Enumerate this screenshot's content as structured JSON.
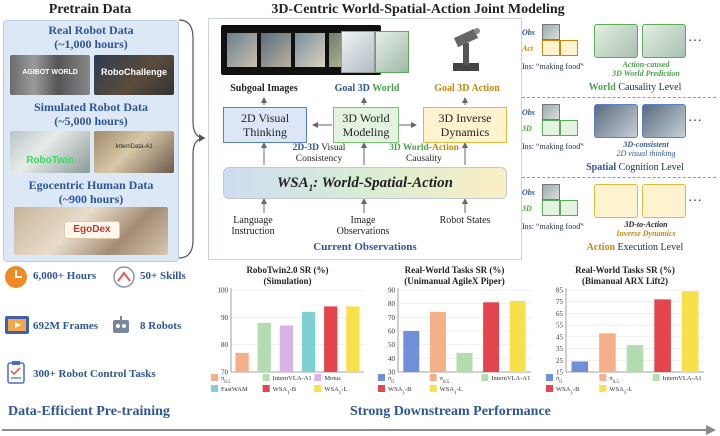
{
  "pretrain": {
    "title": "Pretrain Data",
    "real_title": "Real Robot Data",
    "real_hours": "(~1,000 hours)",
    "real_logo1": "AGIBOT WORLD",
    "real_logo2": "RoboChallenge",
    "sim_title": "Simulated Robot Data",
    "sim_hours": "(~5,000 hours)",
    "sim_logo1": "RoboTwin",
    "sim_logo2": "InternData-A1",
    "ego_title": "Egocentric Human Data",
    "ego_hours": "(~900 hours)",
    "ego_logo": "EgoDex"
  },
  "stats": [
    {
      "icon": "clock-icon",
      "text": "6,000+ Hours"
    },
    {
      "icon": "skills-icon",
      "text": "50+ Skills"
    },
    {
      "icon": "film-icon",
      "text": "692M Frames"
    },
    {
      "icon": "robot-icon",
      "text": "8 Robots"
    },
    {
      "icon": "clipboard-icon",
      "text": "300+ Robot Control Tasks"
    }
  ],
  "bottom_left": "Data-Efficient Pre-training",
  "bottom_right": "Strong Downstream Performance",
  "main": {
    "title": "3D-Centric World-Spatial-Action Joint Modeling",
    "subgoal_label": "Subgoal Images",
    "goal_world_a": "Goal 3D",
    "goal_world_b": "World",
    "goal_action": "Goal 3D Action",
    "box_visual": "2D Visual Thinking",
    "box_world": "3D World Modeling",
    "box_inverse": "3D Inverse Dynamics",
    "cons_a": "2D-3D",
    "cons_b": "Visual",
    "cons_c": "Consistency",
    "caus_a": "3D World-",
    "caus_b": "Action",
    "caus_c": "Causality",
    "wsa_prefix": "WSA",
    "wsa_sub": "1",
    "wsa_suffix": ": World-Spatial-Action",
    "obs_lang": "Language Instruction",
    "obs_img": "Image Observations",
    "obs_state": "Robot States",
    "current_obs": "Current Observations"
  },
  "levels": [
    {
      "row1": "Obs",
      "row2": "Act",
      "ins": "Ins: “making food”",
      "caption1": "Action-caused",
      "caption2": "3D World Prediction",
      "level_key": "World",
      "level_rest": " Causality Level"
    },
    {
      "row1": "Obs",
      "row2": "3D",
      "ins": "Ins: “making food”",
      "caption1": "3D-consistent",
      "caption2": "2D visual thinking",
      "level_key": "Spatial",
      "level_rest": " Cognition Level"
    },
    {
      "row1": "Obs",
      "row2": "3D",
      "ins": "Ins: “making food”",
      "caption1": "3D-to-Action",
      "caption2": "Inverse Dynamics",
      "level_key": "Action",
      "level_rest": " Execution Level"
    }
  ],
  "ellipsis": "…",
  "colors": {
    "pi0": "#6f8fd8",
    "pi05": "#f5b08a",
    "intern": "#b4dcb0",
    "motus": "#d9b3e6",
    "fastwam": "#7fd0d0",
    "wsa_b": "#e3454d",
    "wsa_l": "#f7e04a"
  },
  "chart_data": [
    {
      "type": "bar",
      "title": "RoboTwin2.0 SR (%)",
      "subtitle": "(Simulation)",
      "ylim": [
        70,
        100
      ],
      "yticks": [
        70,
        80,
        90,
        100
      ],
      "series": [
        {
          "name": "π0.5",
          "value": 77
        },
        {
          "name": "InternVLA-A1",
          "value": 88
        },
        {
          "name": "Motus",
          "value": 87
        },
        {
          "name": "FastWAM",
          "value": 92
        },
        {
          "name": "WSA1-B",
          "value": 94
        },
        {
          "name": "WSA1-L",
          "value": 94
        }
      ]
    },
    {
      "type": "bar",
      "title": "Real-World Tasks SR (%)",
      "subtitle": "(Unimanual AgileX Piper)",
      "ylim": [
        30,
        90
      ],
      "yticks": [
        30,
        40,
        50,
        60,
        70,
        80,
        90
      ],
      "series": [
        {
          "name": "π0",
          "value": 60
        },
        {
          "name": "π0.5",
          "value": 74
        },
        {
          "name": "InternVLA-A1",
          "value": 44
        },
        {
          "name": "WSA1-B",
          "value": 81
        },
        {
          "name": "WSA1-L",
          "value": 82
        }
      ]
    },
    {
      "type": "bar",
      "title": "Real-World Tasks SR (%)",
      "subtitle": "(Bimanual ARX Lift2)",
      "ylim": [
        15,
        85
      ],
      "yticks": [
        15,
        25,
        35,
        45,
        55,
        65,
        75,
        85
      ],
      "series": [
        {
          "name": "π0",
          "value": 24
        },
        {
          "name": "π0.5",
          "value": 48
        },
        {
          "name": "InternVLA-A1",
          "value": 38
        },
        {
          "name": "WSA1-B",
          "value": 77
        },
        {
          "name": "WSA1-L",
          "value": 84
        }
      ]
    }
  ]
}
